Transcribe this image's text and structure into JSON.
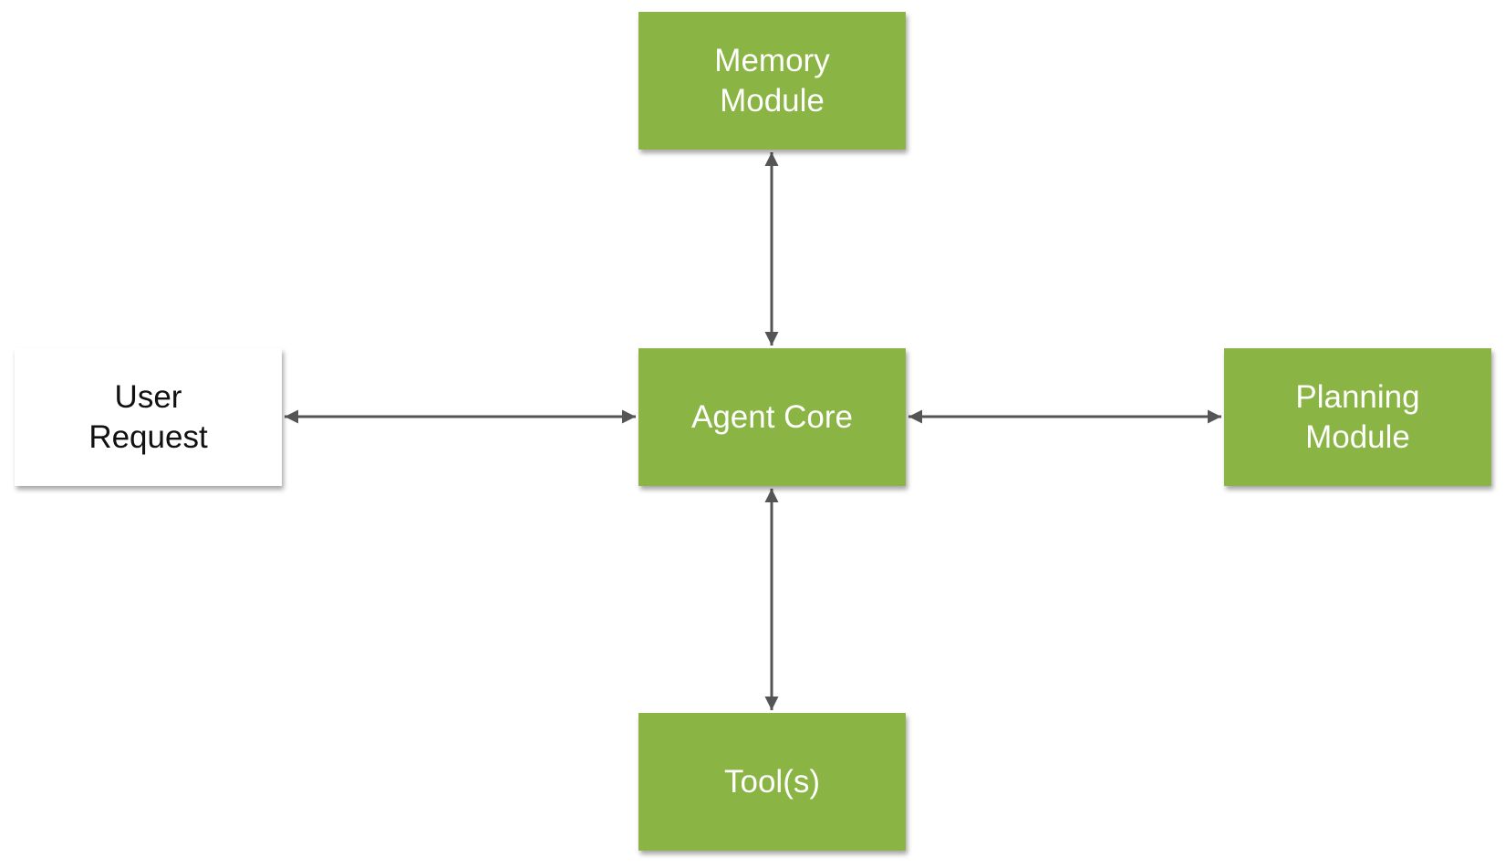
{
  "nodes": {
    "memory": {
      "label": "Memory\nModule"
    },
    "core": {
      "label": "Agent Core"
    },
    "user": {
      "label": "User\nRequest"
    },
    "planning": {
      "label": "Planning\nModule"
    },
    "tools": {
      "label": "Tool(s)"
    }
  },
  "edges": [
    {
      "from": "core",
      "to": "memory",
      "direction": "both"
    },
    {
      "from": "core",
      "to": "user",
      "direction": "both"
    },
    {
      "from": "core",
      "to": "planning",
      "direction": "both"
    },
    {
      "from": "core",
      "to": "tools",
      "direction": "both"
    }
  ],
  "colors": {
    "module_fill": "#8ab443",
    "module_text": "#ffffff",
    "input_fill": "#ffffff",
    "input_text": "#111111",
    "connector": "#555555"
  }
}
